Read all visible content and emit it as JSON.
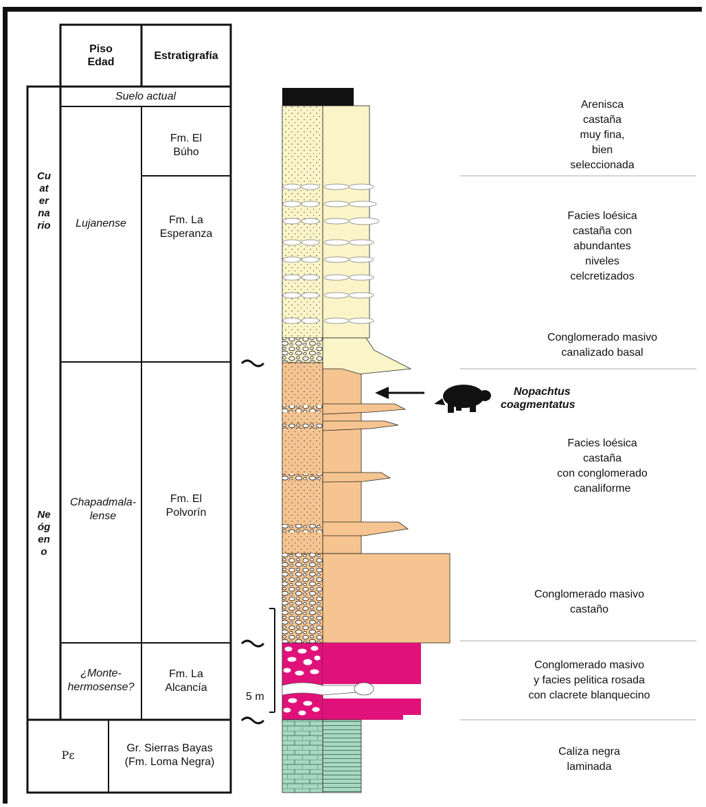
{
  "table": {
    "header": {
      "piso": "Piso",
      "edad": "Edad",
      "estratigrafia": "Estratigrafía"
    },
    "periods": [
      {
        "label": "Cuaternario"
      },
      {
        "label": "Neógeno"
      }
    ],
    "stages": {
      "suelo": "Suelo actual",
      "lujanense": "Lujanense",
      "chapadmalalense_1": "Chapadmala-",
      "chapadmalalense_2": "lense",
      "montehermosense_1": "¿Monte-",
      "montehermosense_2": "hermosense?",
      "precambrian": "Pε"
    },
    "formations": {
      "buho_1": "Fm. El",
      "buho_2": "Búho",
      "esperanza_1": "Fm. La",
      "esperanza_2": "Esperanza",
      "polvorin_1": "Fm. El",
      "polvorin_2": "Polvorín",
      "alcancia_1": "Fm. La",
      "alcancia_2": "Alcancía",
      "sierras_1": "Gr. Sierras Bayas",
      "sierras_2": "(Fm. Loma Negra)"
    }
  },
  "scale": {
    "label": "5 m"
  },
  "fossil": {
    "name_1": "Nopachtus",
    "name_2": "coagmentatus"
  },
  "descriptions": [
    [
      "Arenisca",
      "castaña",
      "muy fina,",
      "bien",
      "seleccionada"
    ],
    [
      "Facies loésica",
      "castaña con",
      "abundantes",
      "niveles",
      "celcretizados"
    ],
    [
      "Conglomerado masivo",
      "canalizado basal"
    ],
    [
      "Facies loésica",
      "castaña",
      "con conglomerado",
      "canaliforme"
    ],
    [
      "Conglomerado masivo",
      "castaño"
    ],
    [
      "Conglomerado masivo",
      "y facies pelitica rosada",
      "con clacrete blanquecino"
    ],
    [
      "Caliza negra",
      "laminada"
    ]
  ],
  "colors": {
    "sand": "#fbf4c8",
    "loess": "#f5c490",
    "pink": "#e0127a",
    "limestone": "#a8d8c0",
    "black": "#111111"
  }
}
